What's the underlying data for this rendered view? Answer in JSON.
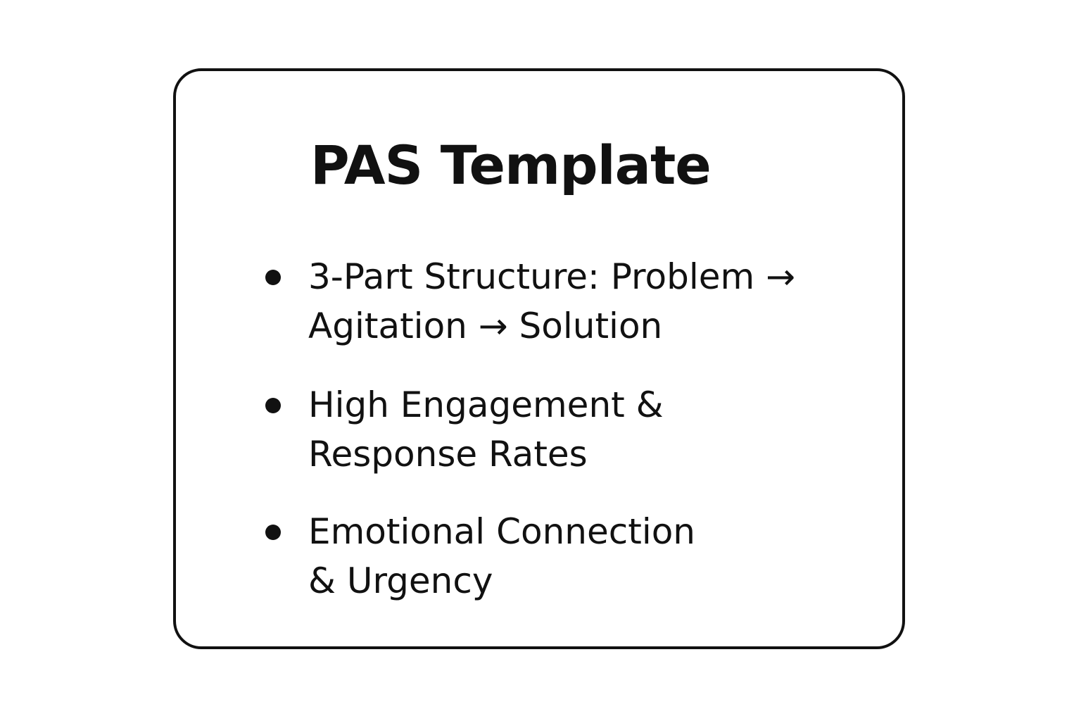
{
  "card": {
    "title": "PAS Template",
    "bullets": [
      {
        "line1": "3-Part Structure: Problem →",
        "line2": "Agitation → Solution"
      },
      {
        "line1": "High Engagement &",
        "line2": "Response Rates"
      },
      {
        "line1": "Emotional Connection",
        "line2": "& Urgency"
      }
    ]
  }
}
